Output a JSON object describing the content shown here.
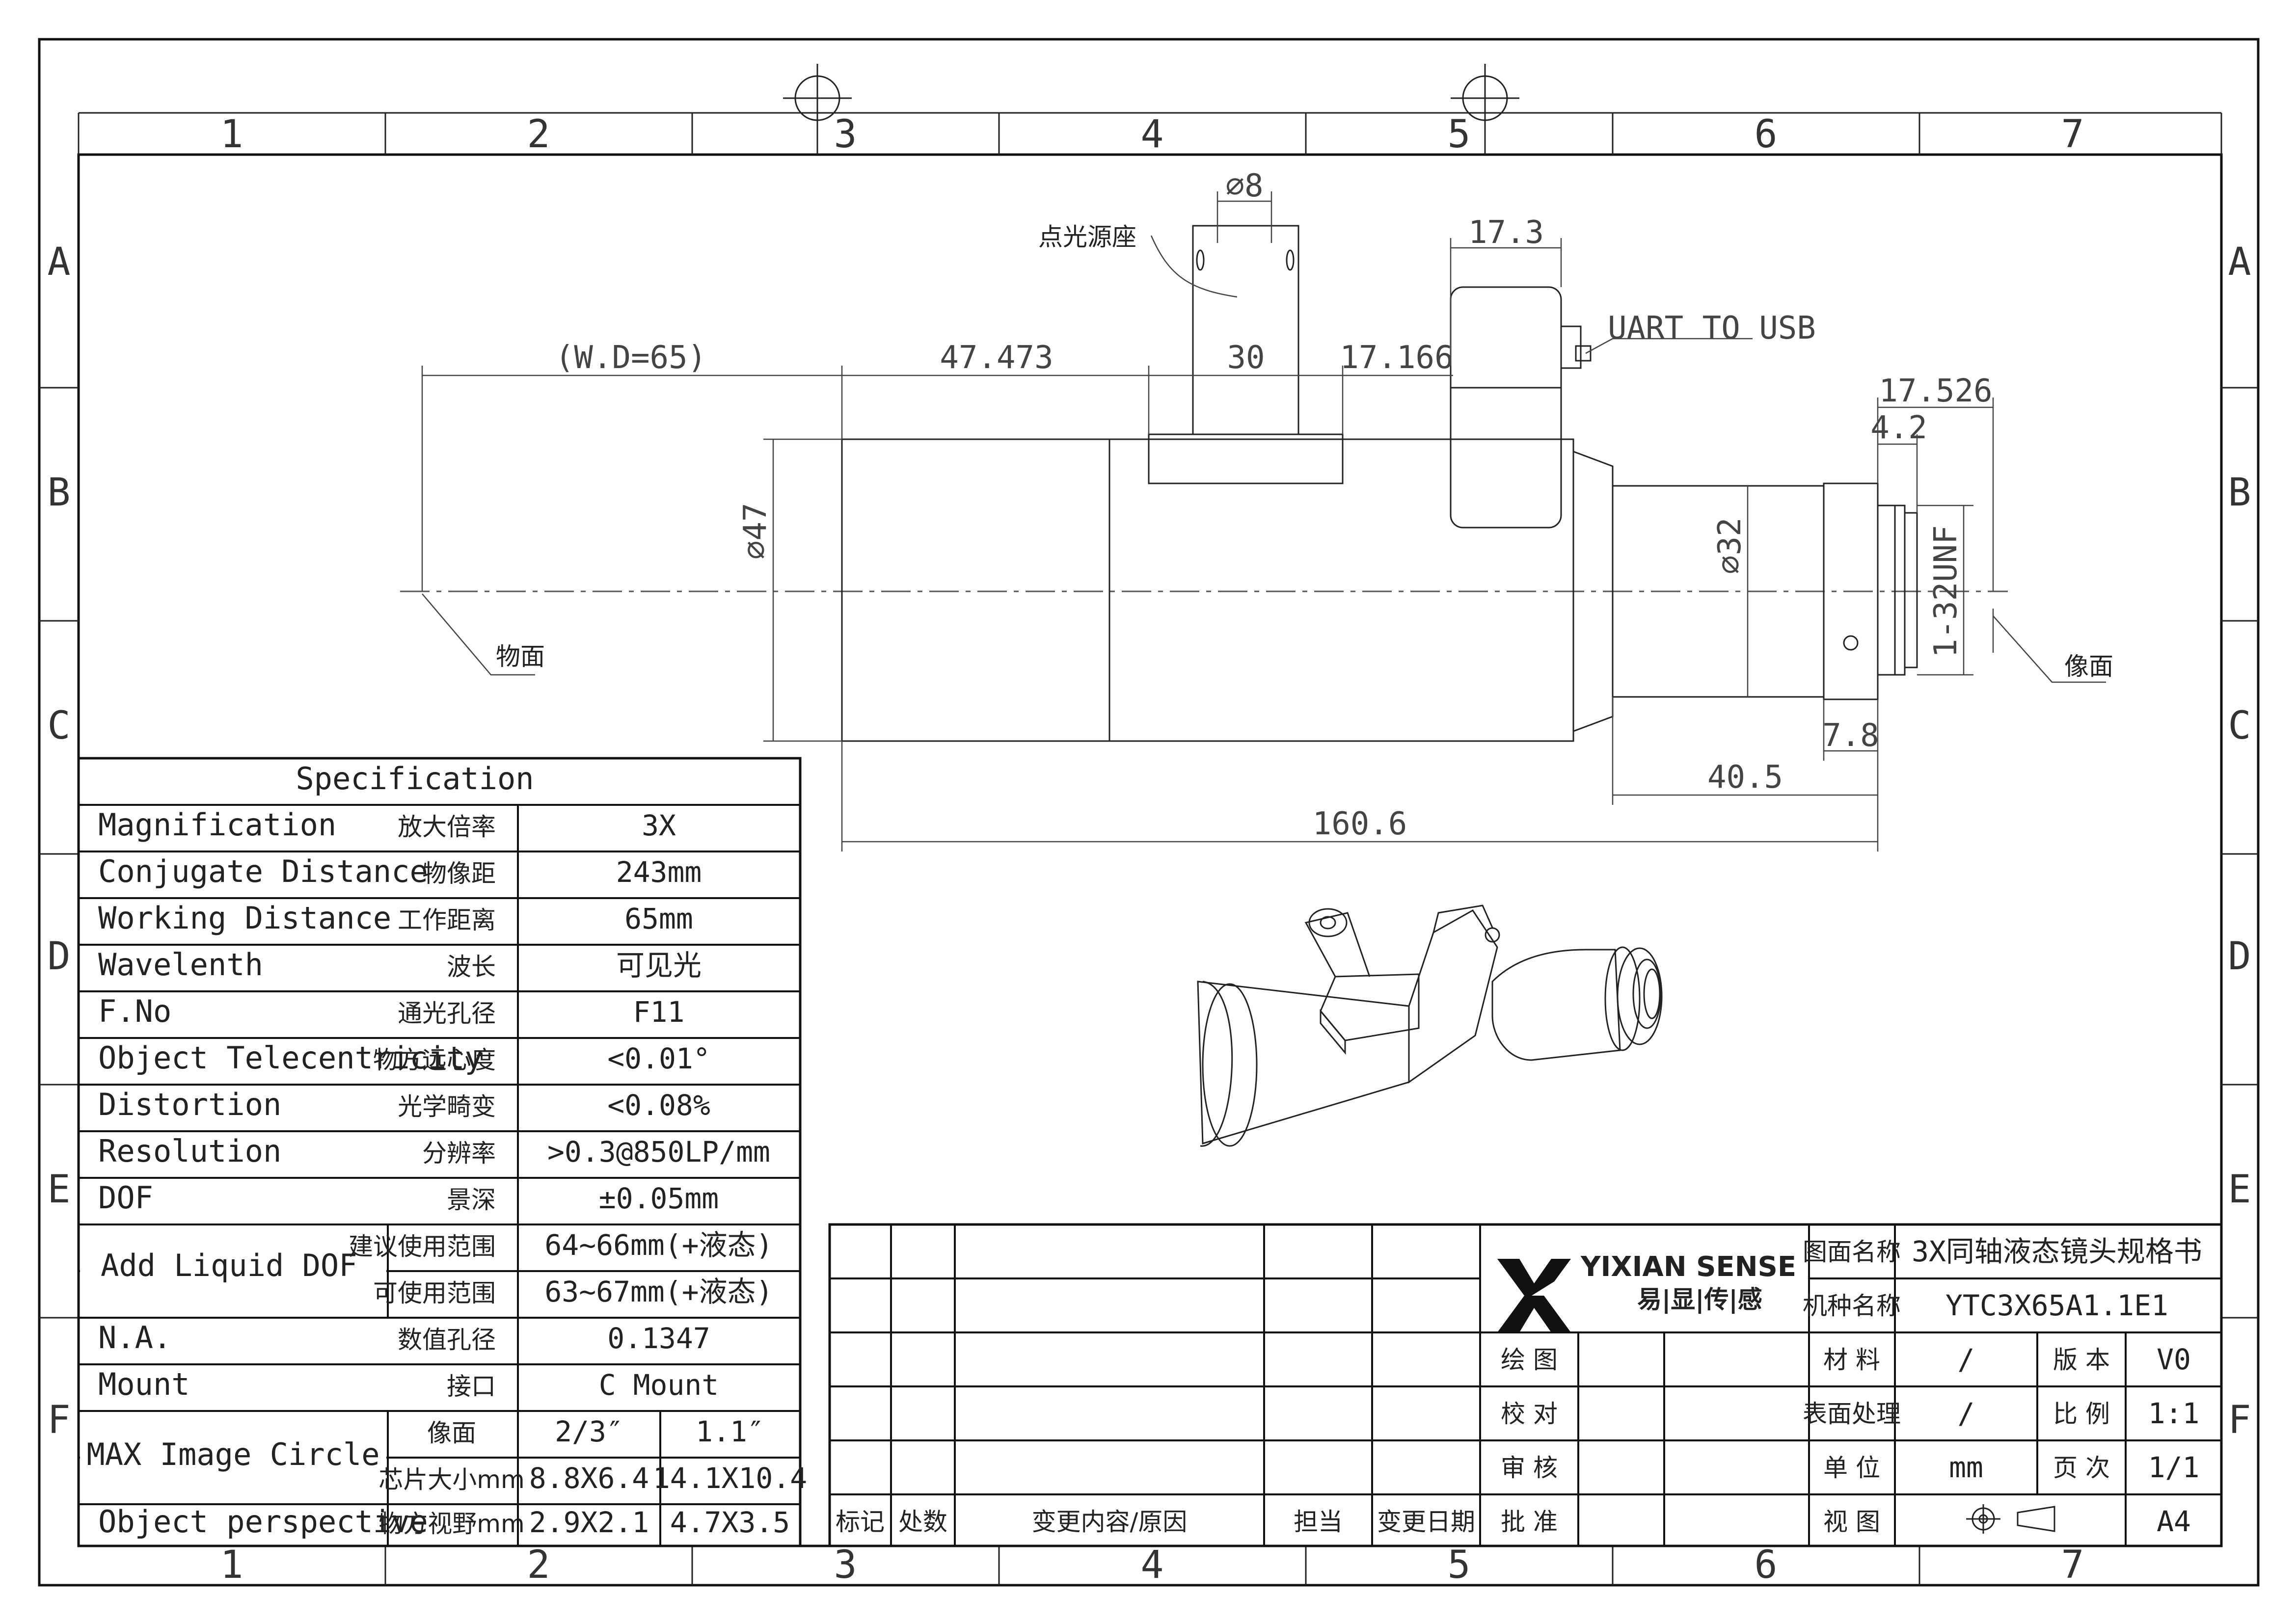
{
  "border": {
    "columns": [
      "1",
      "2",
      "3",
      "4",
      "5",
      "6",
      "7"
    ],
    "rows": [
      "A",
      "B",
      "C",
      "D",
      "E",
      "F"
    ]
  },
  "drawing": {
    "labels": {
      "point_source": "点光源座",
      "uart": "UART TO USB",
      "object_plane": "物面",
      "image_plane": "像面"
    },
    "dimensions": {
      "d8": "⌀8",
      "d17_3": "17.3",
      "wd": "(W.D=65)",
      "d47_473": "47.473",
      "d30": "30",
      "d17_166": "17.166",
      "d17_526": "17.526",
      "d4_2": "4.2",
      "d47": "⌀47",
      "d32": "⌀32",
      "thread": "1-32UNF",
      "d7_8": "7.8",
      "d40_5": "40.5",
      "d160_6": "160.6"
    }
  },
  "spec": {
    "title": "Specification",
    "rows": [
      {
        "en": "Magnification",
        "cn": "放大倍率",
        "val": "3X"
      },
      {
        "en": "Conjugate Distance",
        "cn": "物像距",
        "val": "243mm"
      },
      {
        "en": "Working Distance",
        "cn": "工作距离",
        "val": "65mm"
      },
      {
        "en": "Wavelenth",
        "cn": "波长",
        "val": "可见光"
      },
      {
        "en": "F.No",
        "cn": "通光孔径",
        "val": "F11"
      },
      {
        "en": "Object Telecentricity",
        "cn": "物方远心度",
        "val": "<0.01°"
      },
      {
        "en": "Distortion",
        "cn": "光学畸变",
        "val": "<0.08%"
      },
      {
        "en": "Resolution",
        "cn": "分辨率",
        "val": ">0.3@850LP/mm"
      },
      {
        "en": "DOF",
        "cn": "景深",
        "val": "±0.05mm"
      }
    ],
    "liquid": {
      "en": "Add Liquid DOF",
      "r1": {
        "cn": "建议使用范围",
        "val": "64~66mm(+液态)"
      },
      "r2": {
        "cn": "可使用范围",
        "val": "63~67mm(+液态)"
      }
    },
    "na": {
      "en": "N.A.",
      "cn": "数值孔径",
      "val": "0.1347"
    },
    "mount": {
      "en": "Mount",
      "cn": "接口",
      "val": "C Mount"
    },
    "mic": {
      "en": "MAX Image Circle",
      "r1": {
        "cn": "像面",
        "v1": "2/3″",
        "v2": "1.1″"
      },
      "r2": {
        "cn": "芯片大小mm",
        "v1": "8.8X6.4",
        "v2": "14.1X10.4"
      }
    },
    "op": {
      "en": "Object perspective",
      "cn": "物方视野mm",
      "v1": "2.9X2.1",
      "v2": "4.7X3.5"
    }
  },
  "title_block": {
    "logo_en": "YIXIAN SENSE",
    "logo_cn": "易|显|传|感",
    "drawing_name_label": "图面名称",
    "drawing_name": "3X同轴液态镜头规格书",
    "model_label": "机种名称",
    "model": "YTC3X65A1.1E1",
    "draw": "绘 图",
    "check": "校 对",
    "review": "审 核",
    "approve": "批 准",
    "material_label": "材 料",
    "material": "/",
    "version_label": "版 本",
    "version": "V0",
    "surface_label": "表面处理",
    "surface": "/",
    "scale_label": "比 例",
    "scale": "1:1",
    "unit_label": "单 位",
    "unit": "mm",
    "page_label": "页 次",
    "page": "1/1",
    "view_label": "视 图",
    "size": "A4",
    "rev_headers": {
      "mark": "标记",
      "count": "处数",
      "content": "变更内容/原因",
      "owner": "担当",
      "date": "变更日期"
    }
  }
}
